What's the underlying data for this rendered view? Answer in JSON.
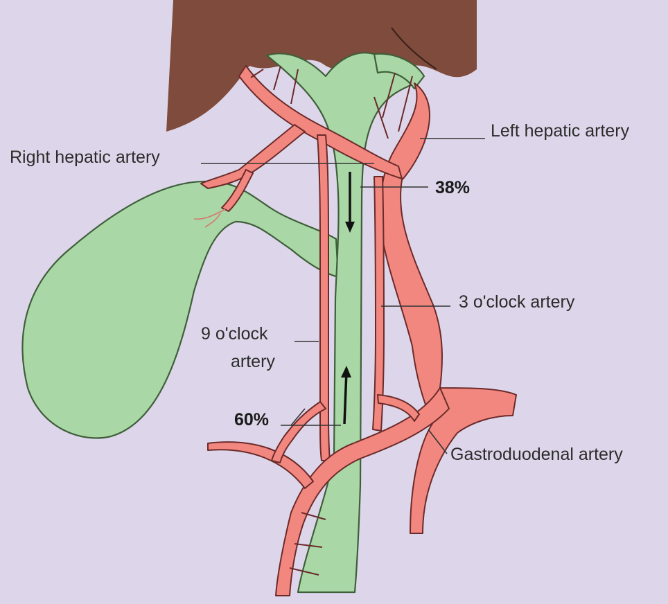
{
  "colors": {
    "background": "#ddd6ea",
    "liver": "#7e4b3d",
    "artery_fill": "#f2877f",
    "artery_outline": "#6b2a2a",
    "duct_fill": "#a9d7a6",
    "duct_outline": "#3f5e3a"
  },
  "labels": {
    "left_hepatic": "Left hepatic artery",
    "right_hepatic": "Right hepatic artery",
    "three_oclock": "3 o'clock artery",
    "nine_oclock_line1": "9 o'clock",
    "nine_oclock_line2": "artery",
    "gastroduodenal": "Gastroduodenal artery",
    "pct_38": "38%",
    "pct_60": "60%"
  },
  "arrows": {
    "upper": "down",
    "lower": "up"
  }
}
